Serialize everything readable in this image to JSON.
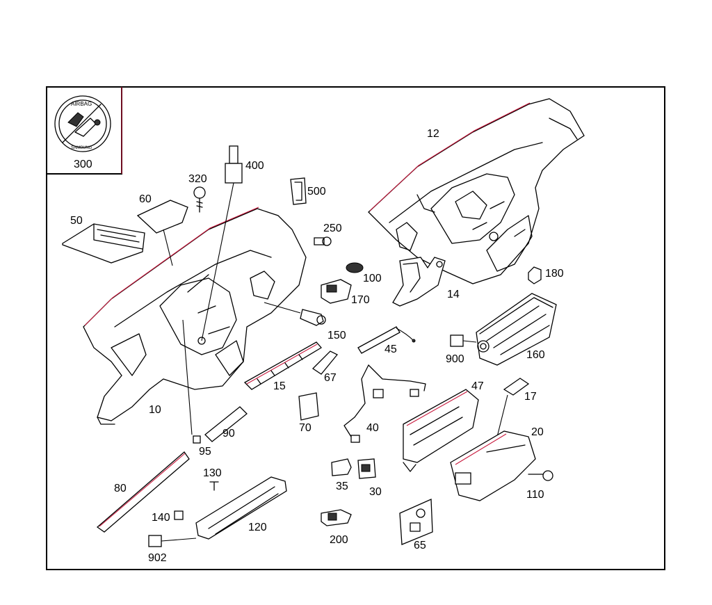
{
  "diagram": {
    "inset": {
      "number": "300",
      "badge_text_top": "AIRBAG",
      "badge_text_bottom": "SAMSUNG"
    },
    "part_numbers": {
      "p12": "12",
      "p14": "14",
      "p180": "180",
      "p160": "160",
      "p900": "900",
      "p10": "10",
      "p15": "15",
      "p67": "67",
      "p45": "45",
      "p150": "150",
      "p100": "100",
      "p170": "170",
      "p250": "250",
      "p500": "500",
      "p400": "400",
      "p320": "320",
      "p60": "60",
      "p50": "50",
      "p70": "70",
      "p40": "40",
      "p47": "47",
      "p17": "17",
      "p20": "20",
      "p110": "110",
      "p90": "90",
      "p95": "95",
      "p80": "80",
      "p130": "130",
      "p140": "140",
      "p120": "120",
      "p902": "902",
      "p35": "35",
      "p30": "30",
      "p200": "200",
      "p65": "65"
    }
  }
}
